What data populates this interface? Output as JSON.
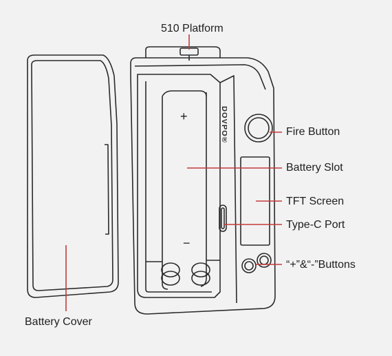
{
  "labels": {
    "platform": "510 Platform",
    "fire_button": "Fire Button",
    "battery_slot": "Battery Slot",
    "tft_screen": "TFT Screen",
    "type_c_port": "Type-C Port",
    "buttons": "“+”&“-”Buttons",
    "battery_cover": "Battery Cover"
  },
  "markings": {
    "plus": "+",
    "minus": "−"
  },
  "logo_text": "DOVPO®",
  "colors": {
    "background": "#f2f2f3",
    "line": "#2a2a2a",
    "leader": "#c43a3a"
  }
}
